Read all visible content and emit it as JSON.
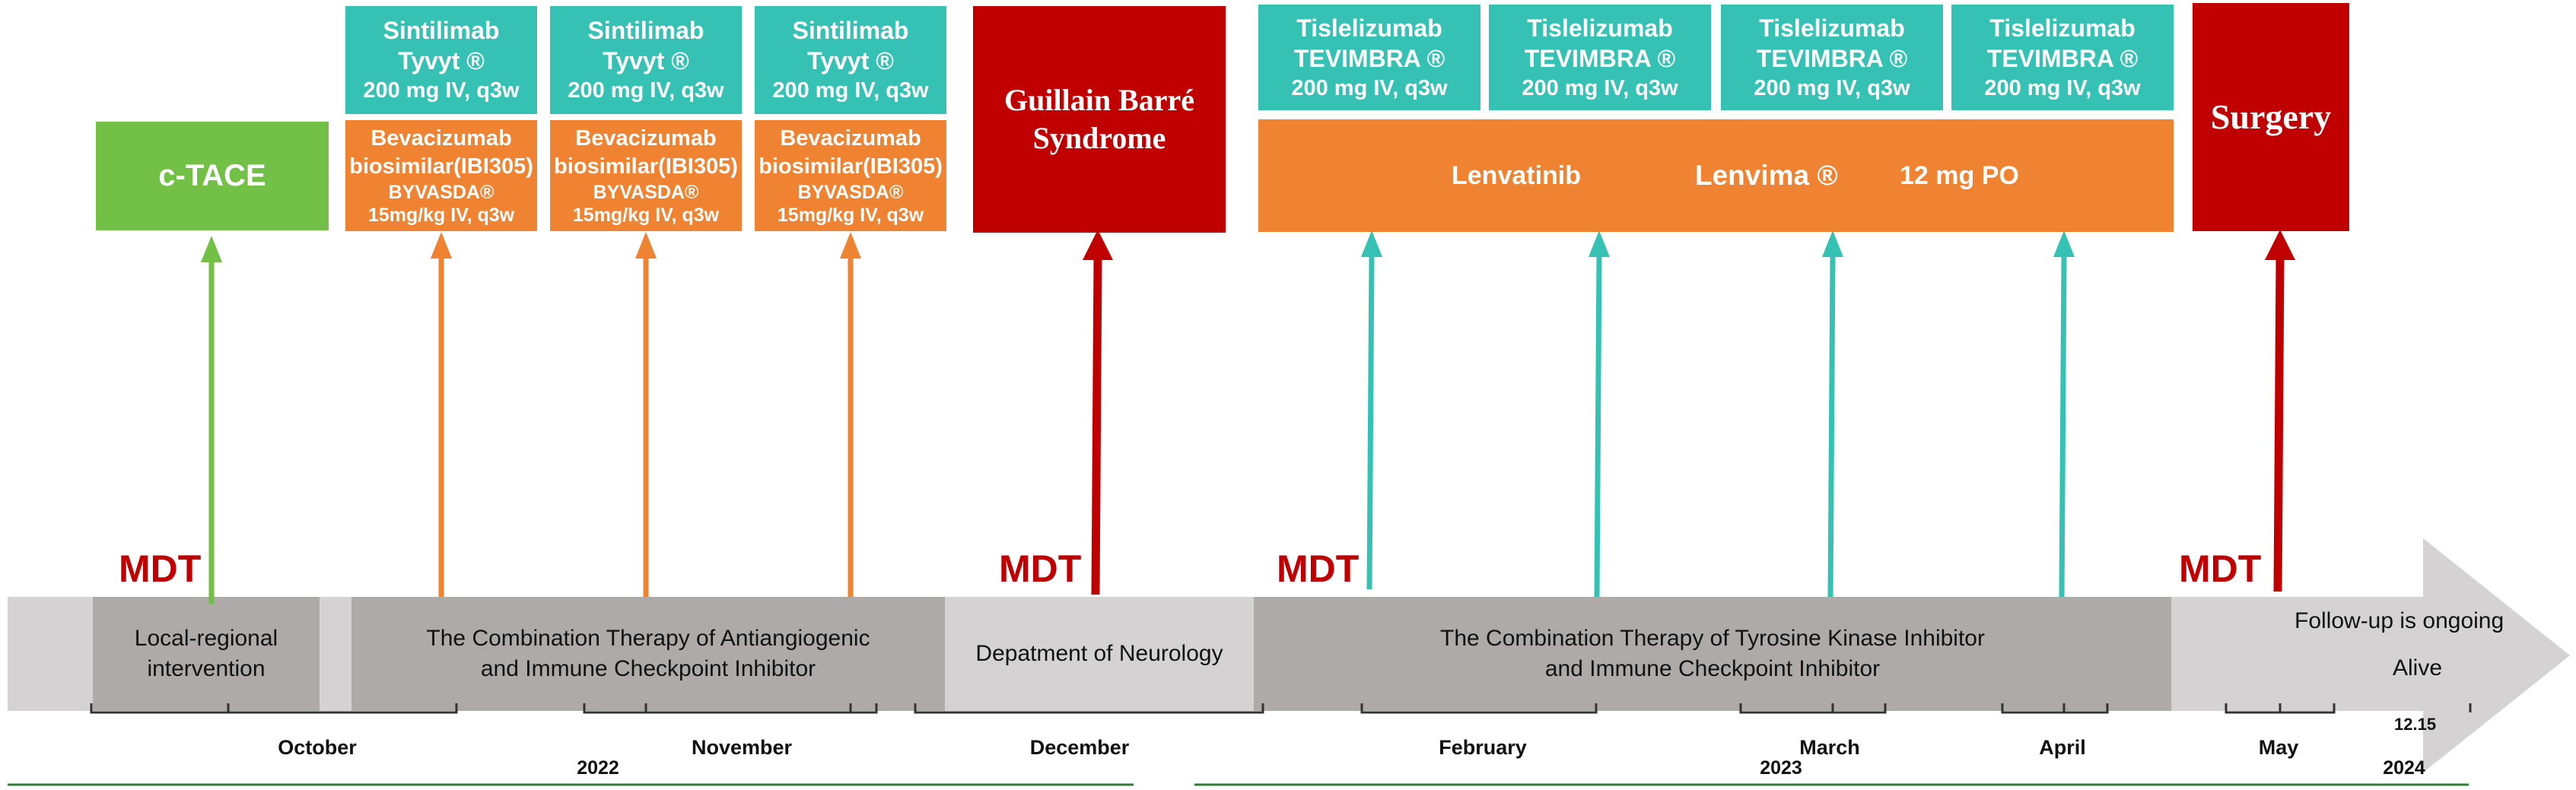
{
  "colors": {
    "teal": "#35c2b5",
    "orange": "#ef8332",
    "green": "#72c046",
    "red": "#c00000",
    "timeline_light": "#d4d2d2",
    "timeline_dark": "#aeaaaa"
  },
  "events": {
    "ctace": "c-TACE",
    "sintilimab": {
      "name": "Sintilimab",
      "brand": "Tyvyt ®",
      "dose": "200 mg IV, q3w"
    },
    "bevacizumab": {
      "name": "Bevacizumab",
      "name2": "biosimilar(IBI305)",
      "brand": "BYVASDA®",
      "dose": "15mg/kg  IV, q3w"
    },
    "gbs": {
      "line1": "Guillain Barré",
      "line2": "Syndrome"
    },
    "tislelizumab": {
      "name": "Tislelizumab",
      "brand": "TEVIMBRA ®",
      "dose": "200 mg IV, q3w"
    },
    "lenvatinib": {
      "drug": "Lenvatinib",
      "brand": "Lenvima ®",
      "dose": "12 mg PO"
    },
    "surgery": "Surgery"
  },
  "mdt_label": "MDT",
  "phases": {
    "local": {
      "line1": "Local-regional",
      "line2": "intervention"
    },
    "combo1": {
      "line1": "The Combination Therapy of Antiangiogenic",
      "line2": "and Immune Checkpoint Inhibitor"
    },
    "neuro": "Depatment of  Neurology",
    "combo2": {
      "line1": "The Combination Therapy of Tyrosine Kinase Inhibitor",
      "line2": "and Immune Checkpoint Inhibitor"
    },
    "followup": "Follow-up is ongoing",
    "alive": "Alive",
    "alive_date": "12.15"
  },
  "months": [
    "October",
    "November",
    "December",
    "February",
    "March",
    "April",
    "May"
  ],
  "years": [
    "2022",
    "2023",
    "2024"
  ]
}
